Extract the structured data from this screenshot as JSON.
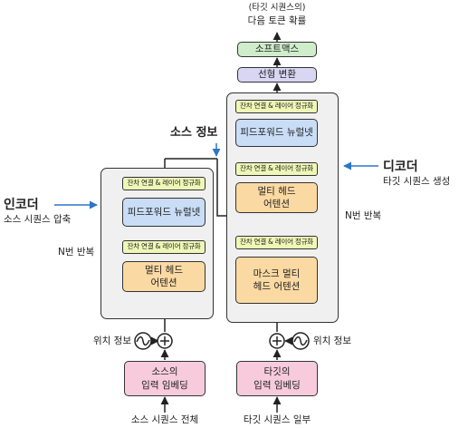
{
  "output": {
    "caption_top": "(타깃 시퀀스의)",
    "caption_bottom": "다음 토큰 확률",
    "softmax_label": "소프트맥스",
    "linear_label": "선형 변환"
  },
  "encoder": {
    "title": "인코더",
    "subtitle": "소스 시퀀스 압축",
    "repeat_label": "N번 반복",
    "add_norm_label": "잔차 연결 & 레이어 정규화",
    "ffn_label": "피드포워드 뉴럴넷",
    "attention_line1": "멀티 헤드",
    "attention_line2": "어텐션",
    "embedding_line1": "소스의",
    "embedding_line2": "입력 임베딩",
    "positional_label": "위치 정보",
    "input_label": "소스 시퀀스 전체"
  },
  "decoder": {
    "title": "디코더",
    "subtitle": "타깃 시퀀스 생성",
    "repeat_label": "N번 반복",
    "add_norm_label": "잔차 연결 & 레이어 정규화",
    "ffn_label": "피드포워드 뉴럴넷",
    "cross_attention_line1": "멀티 헤드",
    "cross_attention_line2": "어텐션",
    "masked_attention_line1": "마스크 멀티",
    "masked_attention_line2": "헤드 어텐션",
    "embedding_line1": "타깃의",
    "embedding_line2": "입력 임베딩",
    "positional_label": "위치 정보",
    "input_label": "타깃 시퀀스 일부"
  },
  "source_info_label": "소스 정보",
  "colors": {
    "add_norm": "#eff7b6",
    "ffn": "#c9ddf6",
    "attention": "#fbd9a3",
    "embedding": "#f7cbdc",
    "linear": "#d9d6f3",
    "softmax": "#cfeccb",
    "stack_bg": "#f0f0f0",
    "accent_blue": "#2a76c9"
  }
}
